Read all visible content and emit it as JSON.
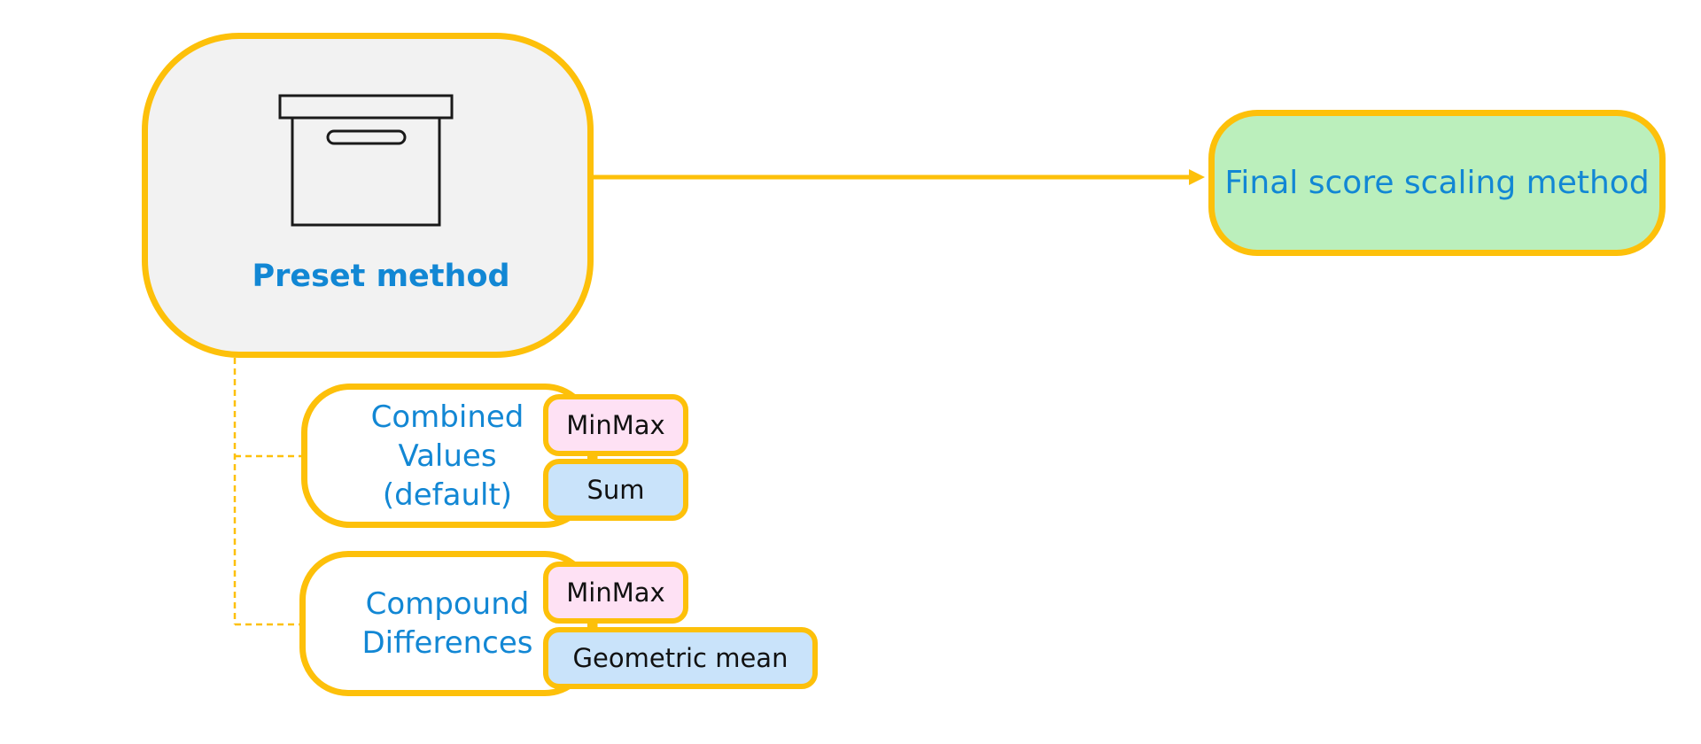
{
  "preset": {
    "label": "Preset method",
    "icon": "archive-box-icon"
  },
  "final": {
    "label": "Final score scaling method"
  },
  "groups": [
    {
      "lines": [
        "Combined",
        "Values",
        "(default)"
      ],
      "steps": [
        "MinMax",
        "Sum"
      ]
    },
    {
      "lines": [
        "Compound",
        "Differences"
      ],
      "steps": [
        "MinMax",
        "Geometric mean"
      ]
    }
  ],
  "colors": {
    "border": "#FDC00A",
    "text_blue": "#1287D4",
    "preset_fill": "#F2F2F2",
    "final_fill": "#BBEFBC",
    "pill_pink": "#FEE1F4",
    "pill_blue": "#C9E3FA"
  }
}
